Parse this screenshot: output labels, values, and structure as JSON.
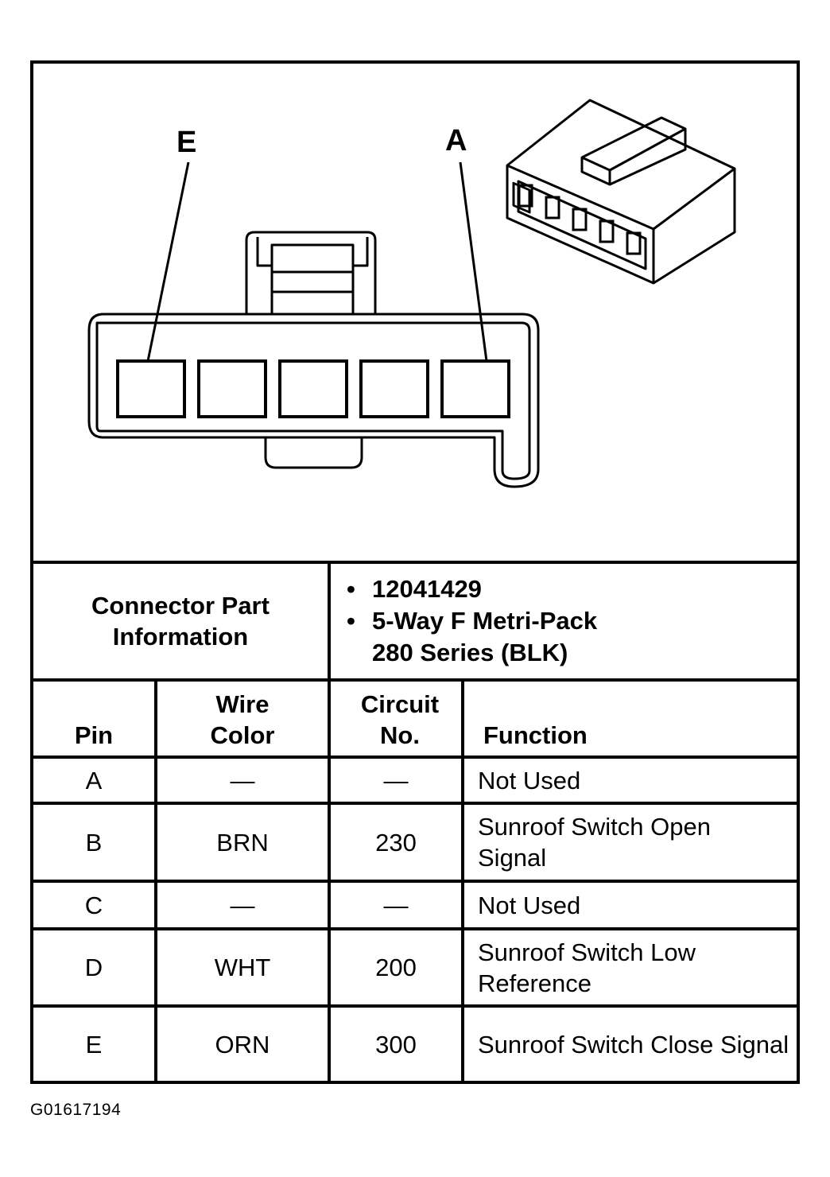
{
  "diagram": {
    "cavity_label_left": "E",
    "cavity_label_right": "A",
    "cavity_count": 5
  },
  "connector_info": {
    "label": "Connector Part Information",
    "items": [
      [
        "12041429"
      ],
      [
        "5-Way F Metri-Pack",
        "280 Series (BLK)"
      ]
    ]
  },
  "table": {
    "headers": {
      "pin": "Pin",
      "wire_color": "Wire Color",
      "circuit_no": "Circuit No.",
      "function": "Function"
    },
    "rows": [
      {
        "pin": "A",
        "wire_color": "—",
        "circuit": "—",
        "function": "Not Used"
      },
      {
        "pin": "B",
        "wire_color": "BRN",
        "circuit": "230",
        "function": "Sunroof Switch Open Signal"
      },
      {
        "pin": "C",
        "wire_color": "—",
        "circuit": "—",
        "function": "Not Used"
      },
      {
        "pin": "D",
        "wire_color": "WHT",
        "circuit": "200",
        "function": "Sunroof Switch Low Reference"
      },
      {
        "pin": "E",
        "wire_color": "ORN",
        "circuit": "300",
        "function": "Sunroof Switch Close Signal"
      }
    ]
  },
  "footer": {
    "code": "G01617194"
  }
}
